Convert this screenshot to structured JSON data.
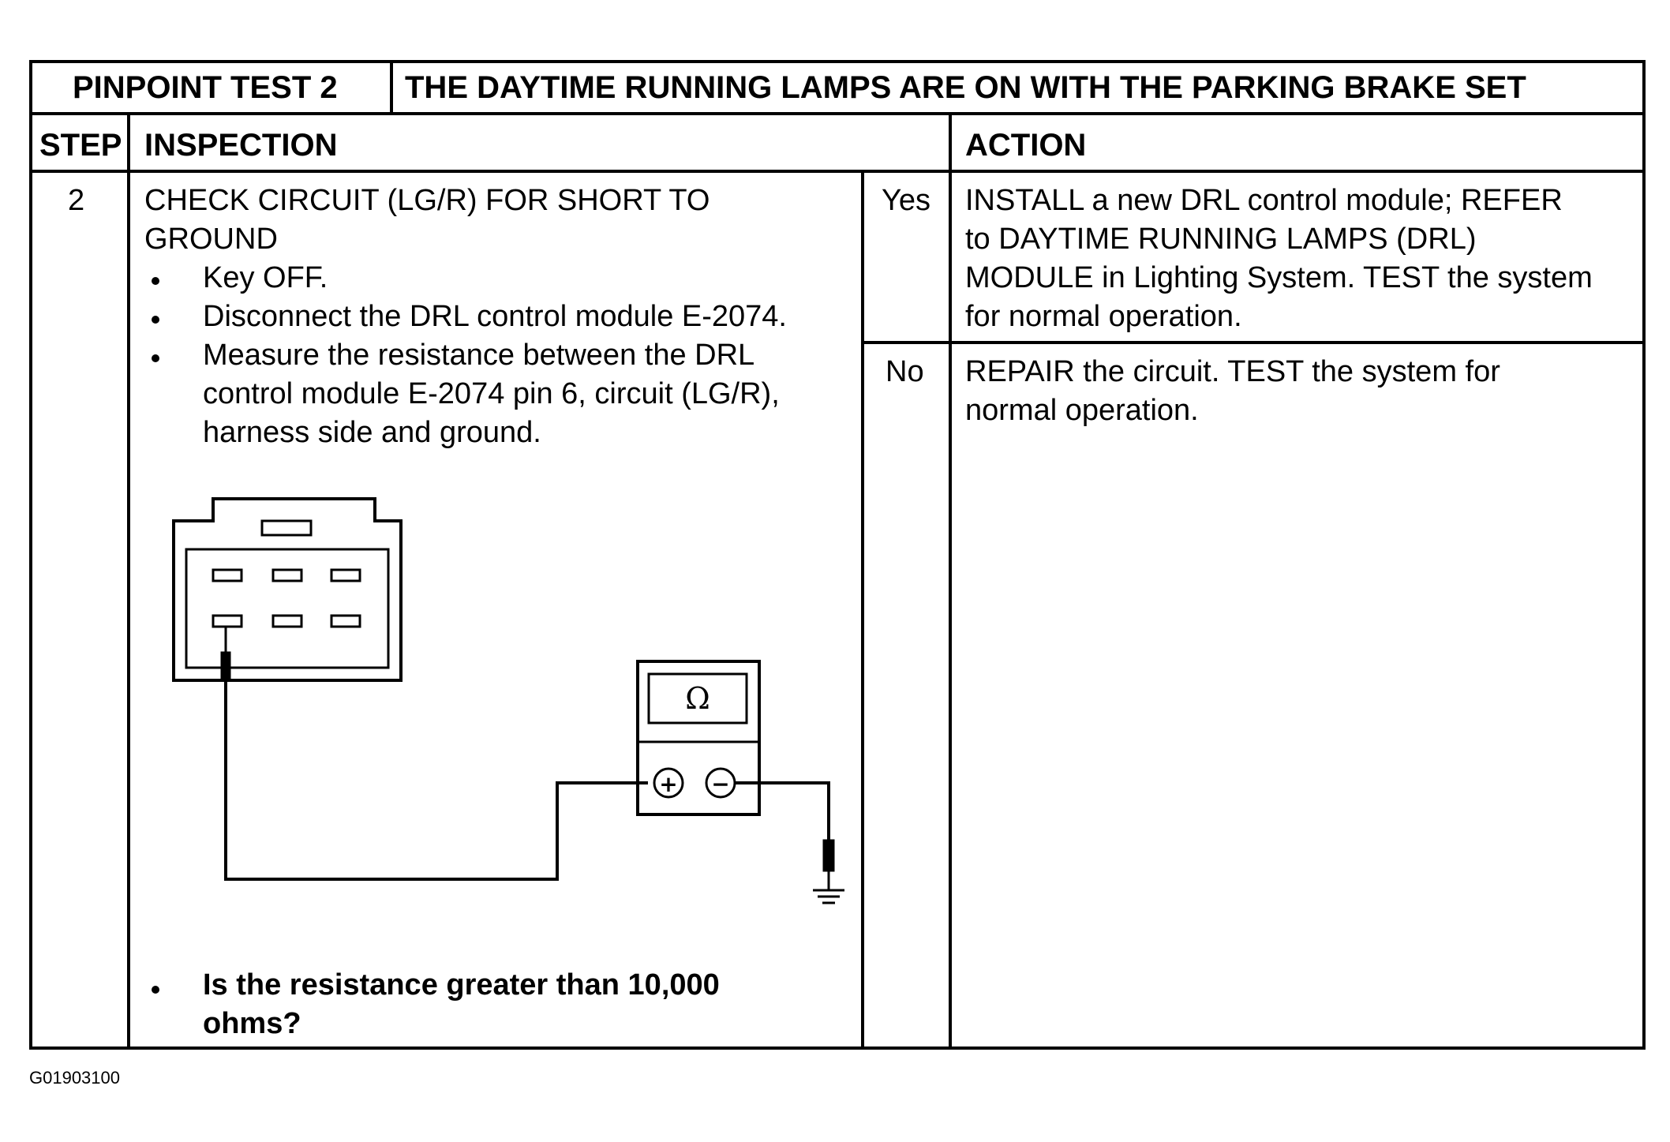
{
  "header": {
    "test_label": "PINPOINT TEST 2",
    "test_title": "THE DAYTIME RUNNING LAMPS ARE ON WITH THE PARKING BRAKE SET"
  },
  "columns": {
    "step": "STEP",
    "inspection": "INSPECTION",
    "action": "ACTION"
  },
  "step": {
    "number": "2",
    "title_lines": [
      "CHECK CIRCUIT (LG/R) FOR SHORT TO",
      "GROUND"
    ],
    "bullets": [
      {
        "lines": [
          "Key OFF."
        ]
      },
      {
        "lines": [
          "Disconnect the DRL control module E-2074."
        ]
      },
      {
        "lines": [
          "Measure the resistance between the DRL",
          "control module E-2074 pin 6, circuit (LG/R),",
          "harness side and ground."
        ]
      }
    ],
    "question_lines": [
      "Is the resistance greater than 10,000",
      "ohms?"
    ]
  },
  "answers": [
    {
      "label": "Yes",
      "action_lines": [
        "INSTALL a new DRL control module; REFER",
        "to DAYTIME RUNNING LAMPS (DRL)",
        "MODULE in Lighting System. TEST the system",
        "for normal operation."
      ]
    },
    {
      "label": "No",
      "action_lines": [
        "REPAIR the circuit.  TEST the system for",
        "normal operation."
      ]
    }
  ],
  "diagram": {
    "meter_symbol": "Ω",
    "plus_symbol": "+",
    "minus_symbol": "−"
  },
  "figure_id": "G01903100"
}
